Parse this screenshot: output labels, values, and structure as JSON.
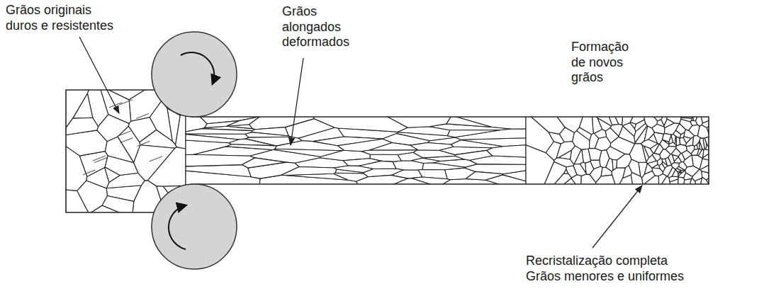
{
  "diagram": {
    "labels": [
      "Grãos originais duros e resistentes",
      "Grãos alongados deformados",
      "Formação de novos grãos",
      "Recristalização completa Grãos menores e uniformes"
    ]
  }
}
